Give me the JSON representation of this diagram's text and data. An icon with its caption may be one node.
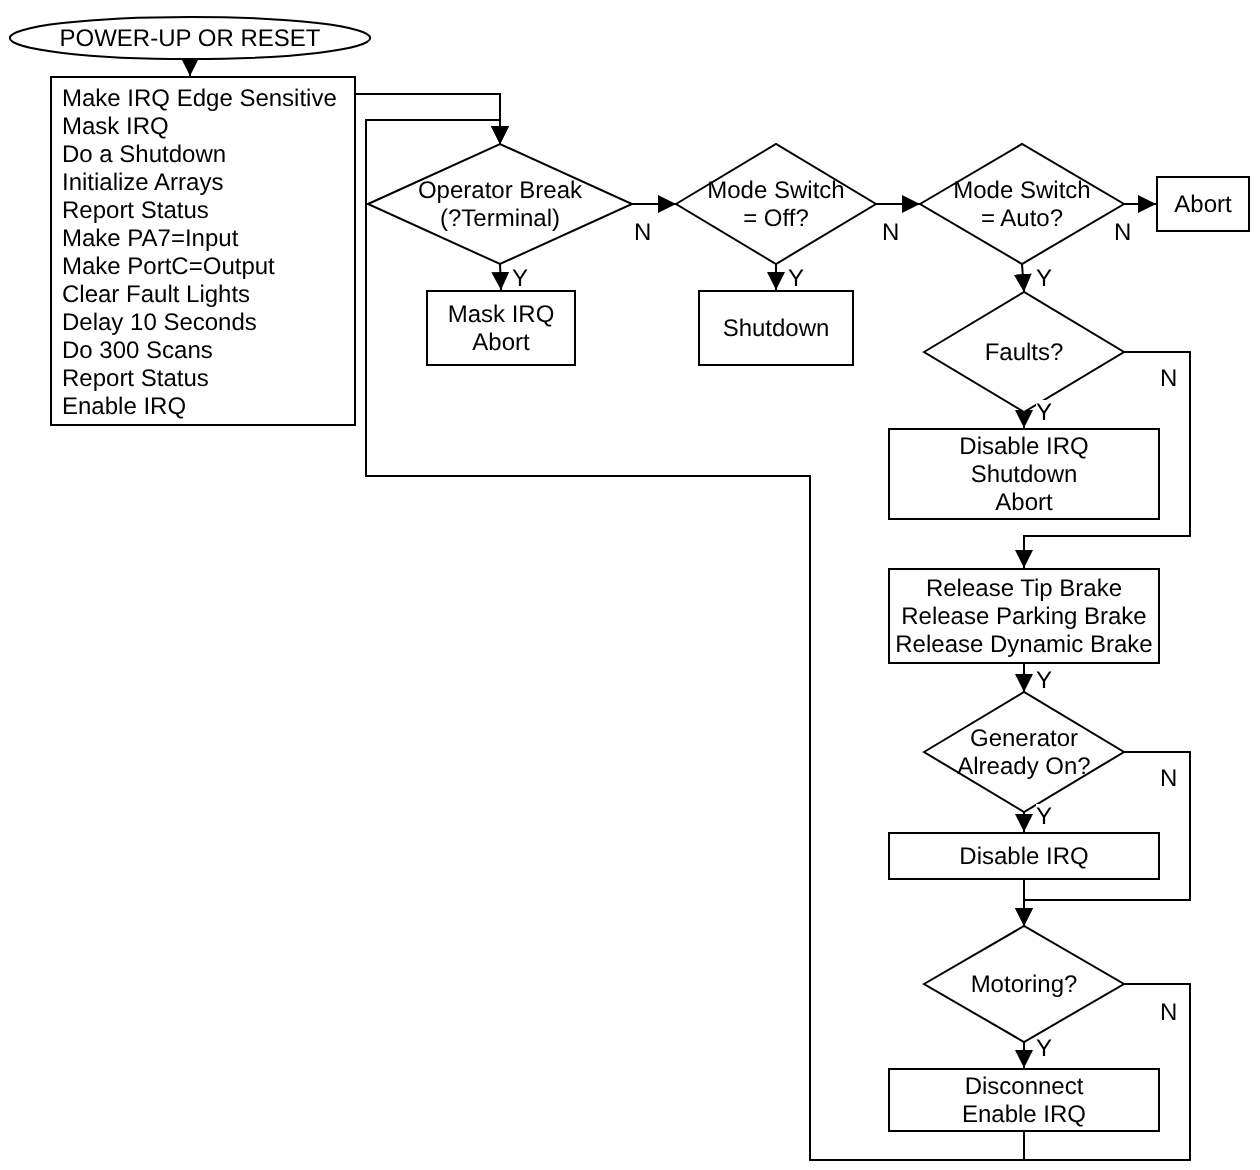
{
  "diagram": {
    "nodes": [
      {
        "text": [
          "POWER-UP OR RESET"
        ]
      },
      {
        "text": [
          "Make IRQ Edge Sensitive",
          "Mask IRQ",
          "Do a Shutdown",
          "Initialize Arrays",
          "Report Status",
          "Make PA7=Input",
          "Make PortC=Output",
          "Clear Fault Lights",
          "Delay 10 Seconds",
          "Do 300 Scans",
          "Report Status",
          "Enable IRQ"
        ]
      },
      {
        "text": [
          "Operator Break (?Terminal)"
        ]
      },
      {
        "text": [
          "Mask IRQ Abort"
        ]
      },
      {
        "text": [
          "Mode Switch = Off?"
        ]
      },
      {
        "text": [
          "Shutdown"
        ]
      },
      {
        "text": [
          "Mode Switch = Auto?"
        ]
      },
      {
        "text": [
          "Abort"
        ]
      },
      {
        "text": [
          "Faults?"
        ]
      },
      {
        "text": [
          "Disable IRQ Shutdown Abort"
        ]
      },
      {
        "text": [
          "Release Tip Brake Release Parking Brake Release Dynamic Brake"
        ]
      },
      {
        "text": [
          "Generator Already On?"
        ]
      },
      {
        "text": [
          "Disable IRQ"
        ]
      },
      {
        "text": [
          "Motoring?"
        ]
      },
      {
        "text": [
          "Disconnect Enable IRQ"
        ]
      }
    ],
    "edges": [
      {
        "from": 0,
        "to": 1,
        "arrow": "to"
      },
      {
        "from": 1,
        "to": 2,
        "arrow": "to"
      },
      {
        "from": 2,
        "to": 3,
        "arrow": "to",
        "label": "Y"
      },
      {
        "from": 2,
        "to": 4,
        "arrow": "to",
        "label": "N"
      },
      {
        "from": 4,
        "to": 5,
        "arrow": "to",
        "label": "Y"
      },
      {
        "from": 4,
        "to": 6,
        "arrow": "to",
        "label": "N"
      },
      {
        "from": 6,
        "to": 7,
        "arrow": "to",
        "label": "N"
      },
      {
        "from": 6,
        "to": 8,
        "arrow": "to",
        "label": "Y"
      },
      {
        "from": 8,
        "to": 9,
        "arrow": "to",
        "label": "Y"
      },
      {
        "from": 8,
        "to": 10,
        "arrow": "to",
        "label": "N"
      },
      {
        "from": 10,
        "to": 11,
        "arrow": "to",
        "label": "Y"
      },
      {
        "from": 11,
        "to": 12,
        "arrow": "to",
        "label": "Y"
      },
      {
        "from": 11,
        "to": 13,
        "arrow": "to",
        "label": "N"
      },
      {
        "from": 12,
        "to": 13,
        "arrow": "to"
      },
      {
        "from": 13,
        "to": 14,
        "arrow": "to",
        "label": "Y"
      },
      {
        "from": 13,
        "to": 2,
        "arrow": "to",
        "label": "N"
      },
      {
        "from": 14,
        "to": 2,
        "arrow": "to"
      }
    ]
  }
}
